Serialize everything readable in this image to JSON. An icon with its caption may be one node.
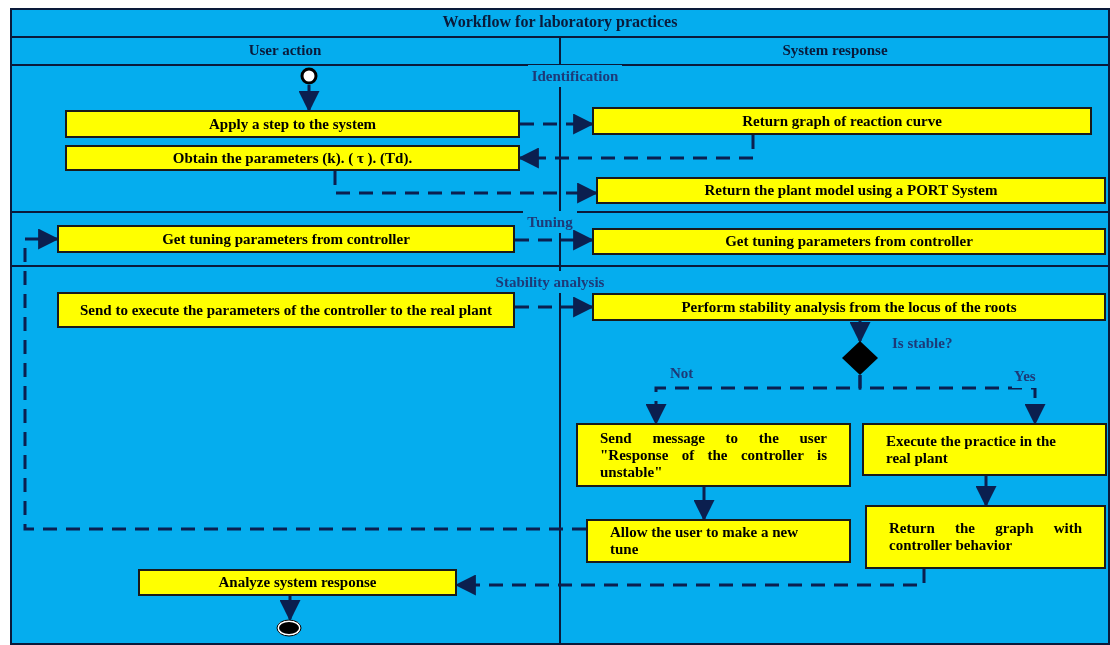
{
  "diagram": {
    "title": "Workflow for laboratory practices",
    "nodes": [
      {
        "text": [],
        "shape": "circle"
      },
      {
        "text": [
          "Apply a step to the system"
        ]
      },
      {
        "text": [
          "Return graph of reaction curve"
        ]
      },
      {
        "text": [
          "Obtain the parameters (k). ( τ ). (Td)."
        ]
      },
      {
        "text": [
          "Return the plant model using a PORT System"
        ]
      },
      {
        "text": [
          "Get tuning parameters from controller"
        ]
      },
      {
        "text": [
          "Get tuning parameters from controller"
        ]
      },
      {
        "text": [
          "Send to execute the parameters of the controller to the real plant"
        ]
      },
      {
        "text": [
          "Perform stability analysis from the locus of the roots"
        ]
      },
      {
        "text": [],
        "shape": "diamond",
        "beside": [
          "Is stable?"
        ]
      },
      {
        "text": [
          "Send message to the user \"Response of the controller is unstable\""
        ]
      },
      {
        "text": [
          "Execute the practice in the real plant"
        ]
      },
      {
        "text": [
          "Allow the user to make a new tune"
        ]
      },
      {
        "text": [
          "Return the graph with controller behavior"
        ]
      },
      {
        "text": [
          "Analyze system response"
        ]
      },
      {
        "text": [],
        "shape": "circle"
      }
    ],
    "edges": [
      {
        "from": 0,
        "to": 1,
        "arrow": "to"
      },
      {
        "from": 1,
        "to": 2,
        "arrow": "to",
        "style": "dashed"
      },
      {
        "from": 2,
        "to": 3,
        "arrow": "to",
        "style": "dashed"
      },
      {
        "from": 3,
        "to": 4,
        "arrow": "to",
        "style": "dashed"
      },
      {
        "from": 5,
        "to": 6,
        "arrow": "to",
        "style": "dashed"
      },
      {
        "from": 7,
        "to": 8,
        "arrow": "to",
        "style": "dashed"
      },
      {
        "from": 8,
        "to": 9,
        "arrow": "to"
      },
      {
        "from": 9,
        "to": 10,
        "arrow": "to",
        "style": "dashed",
        "label": "Not"
      },
      {
        "from": 9,
        "to": 11,
        "arrow": "to",
        "style": "dashed",
        "label": "Yes"
      },
      {
        "from": 10,
        "to": 12,
        "arrow": "to"
      },
      {
        "from": 11,
        "to": 13,
        "arrow": "to"
      },
      {
        "from": 12,
        "to": 5,
        "arrow": "to",
        "style": "dashed"
      },
      {
        "from": 13,
        "to": 14,
        "arrow": "to",
        "style": "dashed"
      },
      {
        "from": 14,
        "to": 15,
        "arrow": "to"
      }
    ],
    "labels": [
      "User action",
      "System response",
      "Identification",
      "Tuning",
      "Stability analysis"
    ]
  }
}
